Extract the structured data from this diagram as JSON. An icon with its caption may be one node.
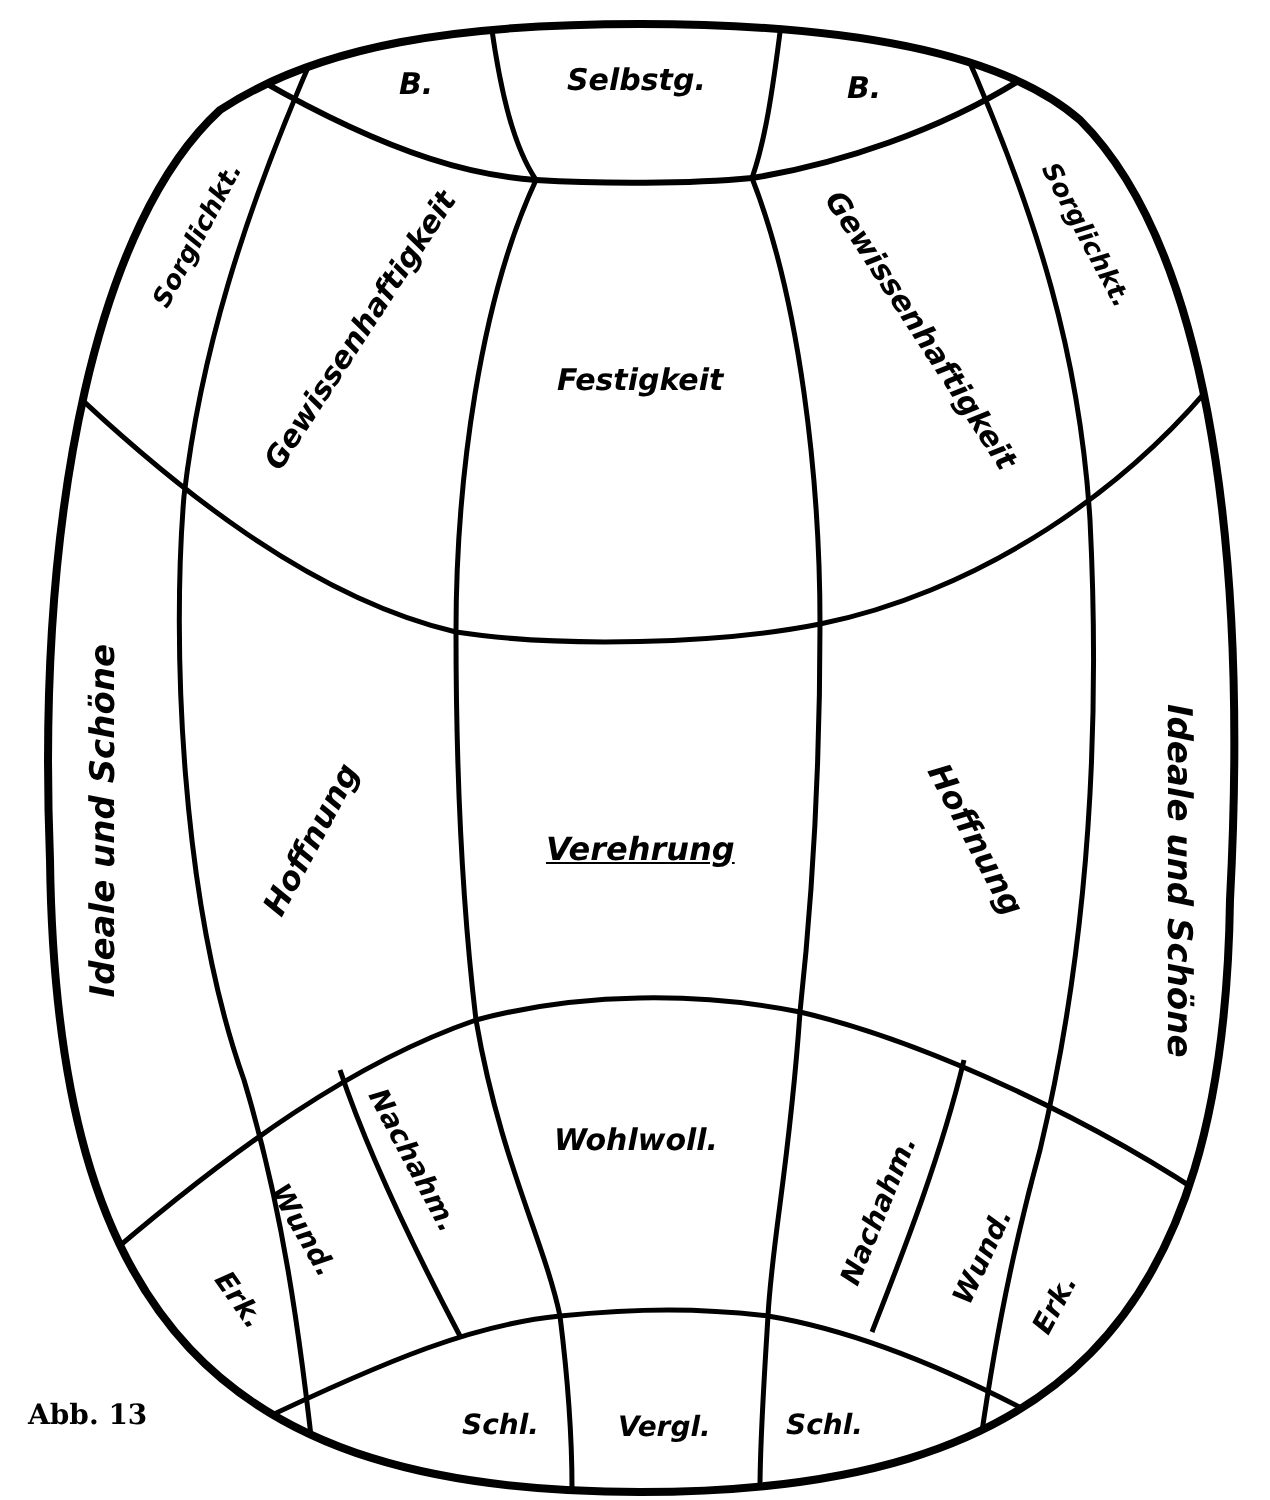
{
  "diagram": {
    "caption": "Abb. 13",
    "nodes": [
      {
        "text": [
          "B."
        ]
      },
      {
        "text": [
          "Selbstg."
        ]
      },
      {
        "text": [
          "B."
        ]
      },
      {
        "text": [
          "Sorglichkt."
        ]
      },
      {
        "text": [
          "Gewissenhaftigkeit"
        ]
      },
      {
        "text": [
          "Festigkeit"
        ]
      },
      {
        "text": [
          "Gewissenhaftigkeit"
        ]
      },
      {
        "text": [
          "Sorglichkt."
        ]
      },
      {
        "text": [
          "Ideale und Schöne"
        ]
      },
      {
        "text": [
          "Hoffnung"
        ]
      },
      {
        "text": [
          "Verehrung"
        ]
      },
      {
        "text": [
          "Hoffnung"
        ]
      },
      {
        "text": [
          "Ideale und Schöne"
        ]
      },
      {
        "text": [
          "Nachahm."
        ]
      },
      {
        "text": [
          "Wohlwoll."
        ]
      },
      {
        "text": [
          "Nachahm."
        ]
      },
      {
        "text": [
          "Wund."
        ]
      },
      {
        "text": [
          "Wund."
        ]
      },
      {
        "text": [
          "Erk."
        ]
      },
      {
        "text": [
          "Erk."
        ]
      },
      {
        "text": [
          "Schl."
        ]
      },
      {
        "text": [
          "Vergl."
        ]
      },
      {
        "text": [
          "Schl."
        ]
      }
    ]
  }
}
